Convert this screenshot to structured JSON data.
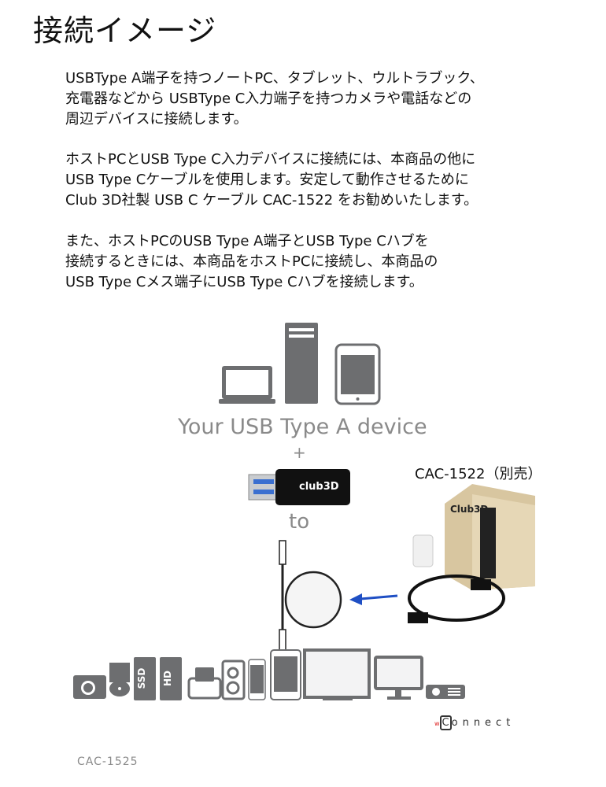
{
  "title": "接続イメージ",
  "paragraphs": [
    [
      "USBType A端子を持つノートPC、タブレット、ウルトラブック、",
      "充電器などから USBType C入力端子を持つカメラや電話などの",
      "周辺デバイスに接続します。"
    ],
    [
      "ホストPCとUSB Type C入力デバイスに接続には、本商品の他に",
      "USB Type Cケーブルを使用します。安定して動作させるために",
      "Club 3D社製 USB C ケーブル CAC-1522 をお勧めいたします。"
    ],
    [
      "また、ホストPCのUSB Type A端子とUSB Type Cハブを",
      "接続するときには、本商品をホストPCに接続し、本商品の",
      "USB Type Cメス端子にUSB Type Cハブを接続します。"
    ]
  ],
  "diagram": {
    "host_label": "Your USB Type A device",
    "plus": "+",
    "adapter_brand": "club3D",
    "to": "to",
    "cable_label": "CAC-1522（別売）",
    "box_brand": "Club3D",
    "device_labels": {
      "ssd": "SSD",
      "hd": "HD"
    },
    "arrow_color": "#1f4fc4"
  },
  "footer": {
    "we_connect": "weConnect",
    "connect_text": "onnect",
    "model": "CAC-1525"
  },
  "colors": {
    "icon_gray": "#6d6e70",
    "text_gray": "#8a8a8a"
  }
}
